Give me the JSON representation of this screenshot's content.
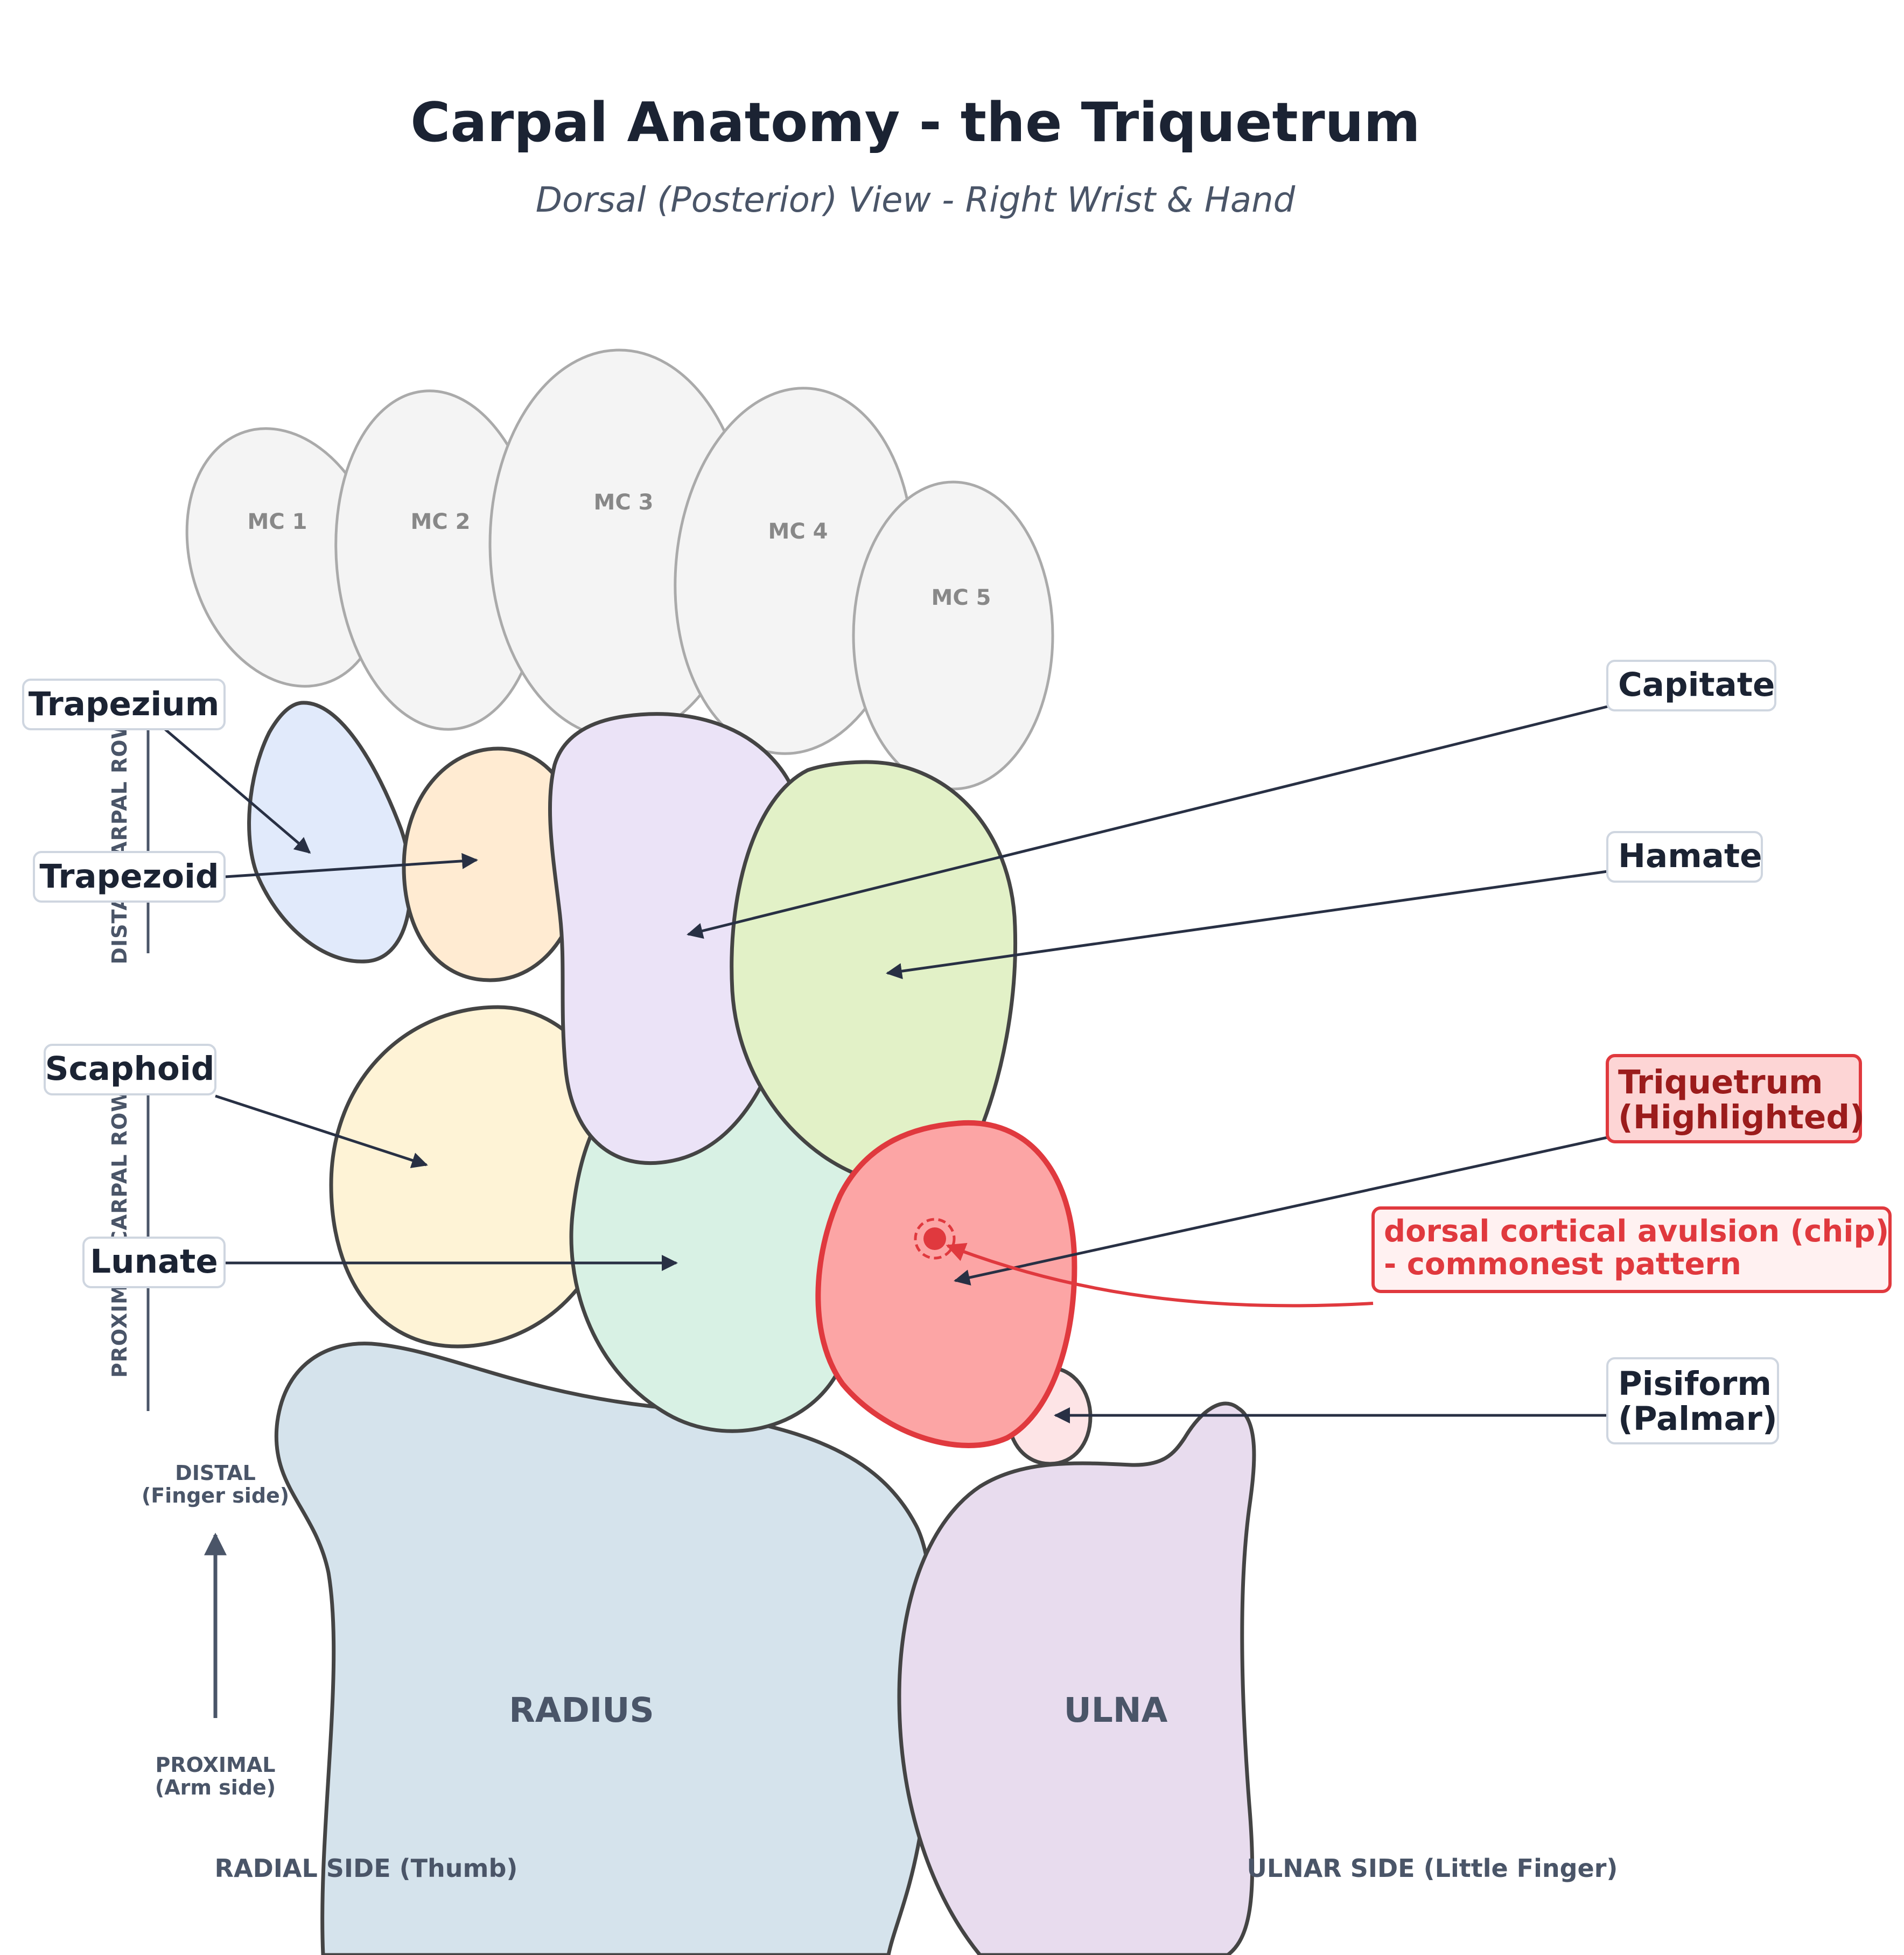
{
  "title": "Carpal Anatomy - the Triquetrum",
  "subtitle": "Dorsal (Posterior) View - Right Wrist & Hand",
  "metacarpals": [
    "MC 1",
    "MC 2",
    "MC 3",
    "MC 4",
    "MC 5"
  ],
  "forearm": {
    "radius": "RADIUS",
    "ulna": "ULNA"
  },
  "row_labels": {
    "distal": "DISTAL CARPAL ROW",
    "proximal": "PROXIMAL CARPAL ROW"
  },
  "orientation": {
    "distal_line1": "DISTAL",
    "distal_line2": "(Finger side)",
    "proximal_line1": "PROXIMAL",
    "proximal_line2": "(Arm side)"
  },
  "sides": {
    "radial": "RADIAL SIDE (Thumb)",
    "ulnar": "ULNAR SIDE (Little Finger)"
  },
  "callouts": {
    "trapezium": "Trapezium",
    "trapezoid": "Trapezoid",
    "scaphoid": "Scaphoid",
    "lunate": "Lunate",
    "capitate": "Capitate",
    "hamate": "Hamate",
    "triquetrum_line1": "Triquetrum",
    "triquetrum_line2": "(Highlighted)",
    "pisiform_line1": "Pisiform",
    "pisiform_line2": "(Palmar)"
  },
  "annotation": {
    "line1": "dorsal cortical avulsion (chip)",
    "line2": "- commonest pattern"
  },
  "colors": {
    "highlight": "#fca5a5",
    "highlight_stroke": "#e0393e",
    "text_dark": "#1b2333",
    "trapezium": "#e1eafb",
    "trapezoid": "#ffebd2",
    "capitate": "#ebe3f7",
    "hamate": "#e2f1c7",
    "scaphoid": "#fef3d6",
    "lunate": "#d8f1e4",
    "pisiform": "#fde4e6",
    "radius": "#d5e3ec",
    "ulna": "#e8dcee"
  }
}
